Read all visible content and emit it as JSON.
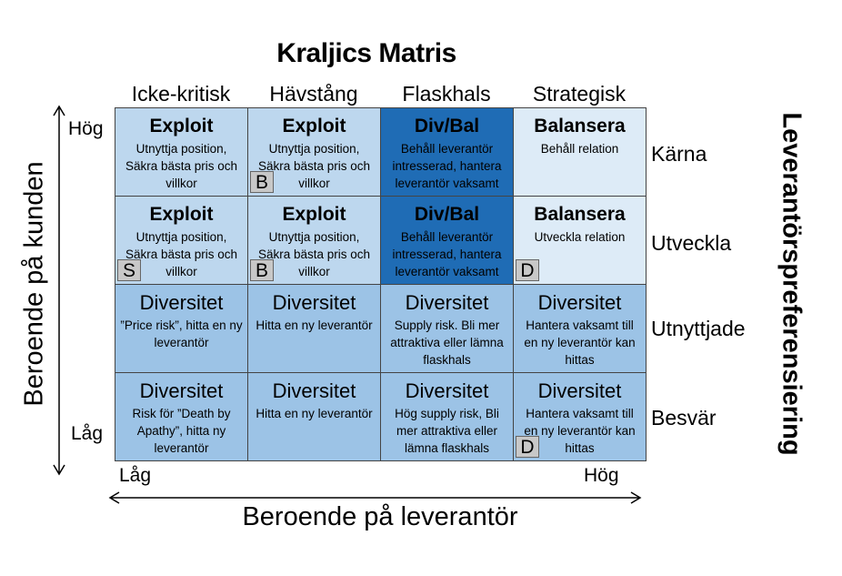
{
  "title": "Kraljics Matris",
  "columns": [
    "Icke-kritisk",
    "Hävstång",
    "Flaskhals",
    "Strategisk"
  ],
  "rows": [
    "Kärna",
    "Utveckla",
    "Utnyttjade",
    "Besvär"
  ],
  "y_axis": {
    "label": "Beroende på kunden",
    "high": "Hög",
    "low": "Låg"
  },
  "x_axis": {
    "label": "Beroende på leverantör",
    "low": "Låg",
    "high": "Hög"
  },
  "right_label": "Leverantörspreferensiering",
  "colors": {
    "light": "#bdd7ee",
    "dark": "#1f6cb5",
    "lightest": "#ddebf7",
    "mid": "#9cc3e6",
    "badge": "#c8c8c8"
  },
  "cells": [
    [
      {
        "title": "Exploit",
        "text": "Utnyttja position, Säkra bästa pris och villkor"
      },
      {
        "title": "Exploit",
        "text": "Utnyttja position, Säkra bästa pris och villkor"
      },
      {
        "title": "Div/Bal",
        "text": "Behåll leverantör intresserad, hantera leverantör vaksamt"
      },
      {
        "title": "Balansera",
        "text": "Behåll relation"
      }
    ],
    [
      {
        "title": "Exploit",
        "text": "Utnyttja position, Säkra bästa pris och villkor"
      },
      {
        "title": "Exploit",
        "text": "Utnyttja position, Säkra bästa pris och villkor"
      },
      {
        "title": "Div/Bal",
        "text": "Behåll leverantör intresserad, hantera leverantör vaksamt"
      },
      {
        "title": "Balansera",
        "text": "Utveckla relation"
      }
    ],
    [
      {
        "title": "Diversitet",
        "text": "”Price risk”, hitta en ny leverantör"
      },
      {
        "title": "Diversitet",
        "text": "Hitta en ny leverantör"
      },
      {
        "title": "Diversitet",
        "text": "Supply risk. Bli mer attraktiva eller lämna flaskhals"
      },
      {
        "title": "Diversitet",
        "text": "Hantera vaksamt till en ny leverantör kan hittas"
      }
    ],
    [
      {
        "title": "Diversitet",
        "text": "Risk för ”Death by Apathy”, hitta ny leverantör"
      },
      {
        "title": "Diversitet",
        "text": "Hitta en ny leverantör"
      },
      {
        "title": "Diversitet",
        "text": "Hög supply risk, Bli mer attraktiva eller lämna flaskhals"
      },
      {
        "title": "Diversitet",
        "text": "Hantera vaksamt till en ny leverantör kan hittas"
      }
    ]
  ],
  "badges": [
    {
      "label": "B",
      "row": 0,
      "col": 1
    },
    {
      "label": "S",
      "row": 1,
      "col": 0
    },
    {
      "label": "B",
      "row": 1,
      "col": 1
    },
    {
      "label": "D",
      "row": 1,
      "col": 3
    },
    {
      "label": "D",
      "row": 3,
      "col": 3
    }
  ]
}
